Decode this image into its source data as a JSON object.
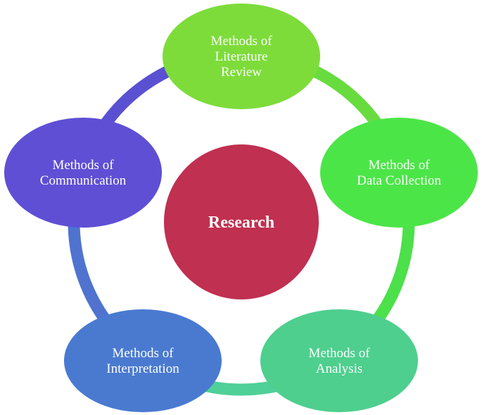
{
  "diagram": {
    "center": {
      "label": "Research",
      "color": "#C03050"
    },
    "nodes": [
      {
        "id": "literature-review",
        "lines": [
          "Methods of",
          "Literature",
          "Review"
        ],
        "color": "#7DDC3A"
      },
      {
        "id": "data-collection",
        "lines": [
          "Methods of",
          "Data Collection"
        ],
        "color": "#4CE548"
      },
      {
        "id": "analysis",
        "lines": [
          "Methods of",
          "Analysis"
        ],
        "color": "#4ECF8E"
      },
      {
        "id": "interpretation",
        "lines": [
          "Methods of",
          "Interpretation"
        ],
        "color": "#4A7AD0"
      },
      {
        "id": "communication",
        "lines": [
          "Methods of",
          "Communication"
        ],
        "color": "#5F4FD4"
      }
    ],
    "connectors": [
      {
        "from": "literature-review",
        "to": "data-collection",
        "color": "#68DC3F"
      },
      {
        "from": "data-collection",
        "to": "analysis",
        "color": "#4CE04A"
      },
      {
        "from": "analysis",
        "to": "interpretation",
        "color": "#4FD098"
      },
      {
        "from": "interpretation",
        "to": "communication",
        "color": "#4F73CF"
      },
      {
        "from": "communication",
        "to": "literature-review",
        "color": "#5A50D2"
      }
    ]
  }
}
